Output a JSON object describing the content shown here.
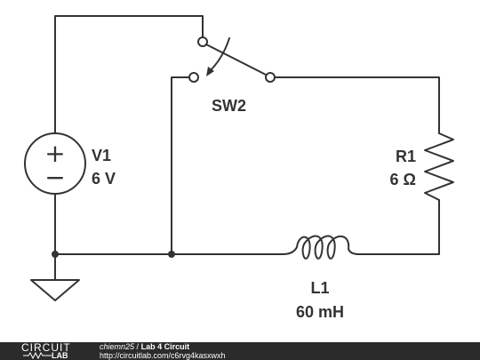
{
  "components": {
    "v1": {
      "name": "V1",
      "value": "6 V",
      "plus": "+",
      "minus": "−"
    },
    "r1": {
      "name": "R1",
      "value": "6 Ω"
    },
    "l1": {
      "name": "L1",
      "value": "60 mH"
    },
    "sw2": {
      "name": "SW2"
    }
  },
  "footer": {
    "logo_top": "CIRCUIT",
    "logo_bottom": "LAB",
    "author": "chiemn25",
    "separator": "/",
    "title": "Lab 4 Circuit",
    "url": "http://circuitlab.com/c6rvg4kasxwxh"
  },
  "colors": {
    "wire": "#333333",
    "footer_bg": "#2b2b2b",
    "text": "#333333"
  }
}
